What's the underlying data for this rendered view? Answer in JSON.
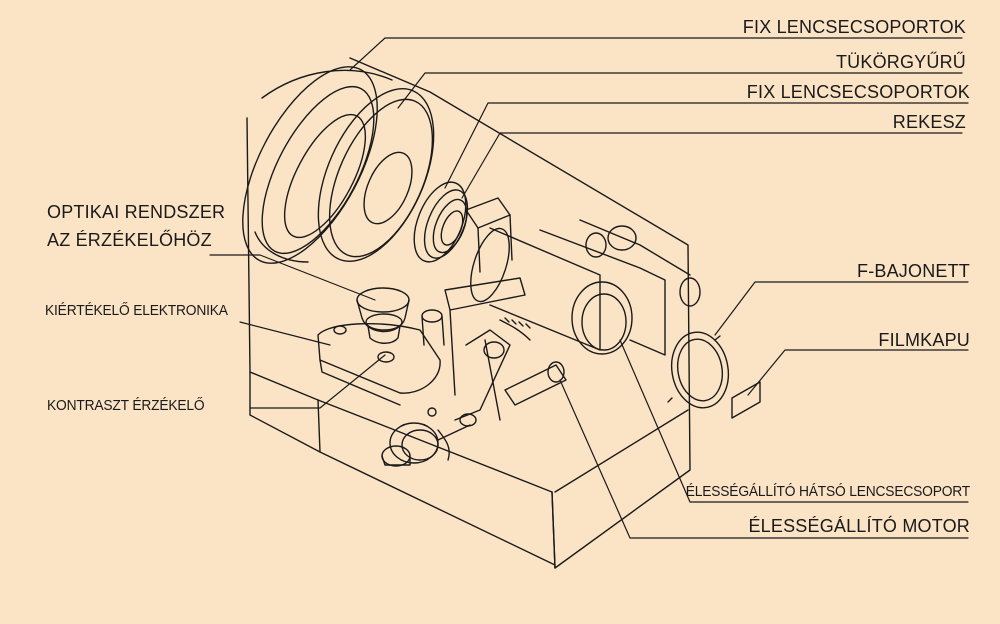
{
  "colors": {
    "background": "#fbe3c6",
    "ink": "#1a1a1a"
  },
  "labels": {
    "fix_lens_1": "FIX LENCSECSOPORTOK",
    "mirror_ring": "TÜKÖRGYŰRŰ",
    "fix_lens_2": "FIX LENCSECSOPORTOK",
    "aperture": "REKESZ",
    "optical_system_line1": "OPTIKAI RENDSZER",
    "optical_system_line2": "AZ ÉRZÉKELŐHÖZ",
    "evaluation_electronics": "KIÉRTÉKELŐ ELEKTRONIKA",
    "contrast_sensor": "KONTRASZT ÉRZÉKELŐ",
    "f_mount": "F-BAJONETT",
    "film_gate": "FILMKAPU",
    "focus_rear_lens_group": "ÉLESSÉGÁLLÍTÓ HÁTSÓ LENCSECSOPORT",
    "focus_motor": "ÉLESSÉGÁLLÍTÓ MOTOR"
  }
}
